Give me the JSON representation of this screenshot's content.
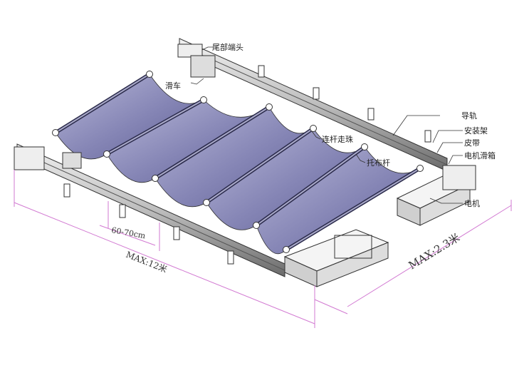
{
  "labels": {
    "tail_end_cap": "尾部端头",
    "pulley": "滑车",
    "guide_rail": "导轨",
    "mounting_bracket": "安装架",
    "belt": "皮带",
    "motor_pulley_box": "电机滑箱",
    "connecting_rod_bead": "连杆走珠",
    "fabric_support_rod": "托布杆",
    "motor": "电机"
  },
  "dimensions": {
    "length": "MAX:12米",
    "width": "MAX:2.3米",
    "spacing": "60-70cm"
  },
  "colors": {
    "fabric": "#7f7fae",
    "fabric_light": "#c6c6e0",
    "line": "#333333",
    "dimension": "#d27ad2"
  }
}
